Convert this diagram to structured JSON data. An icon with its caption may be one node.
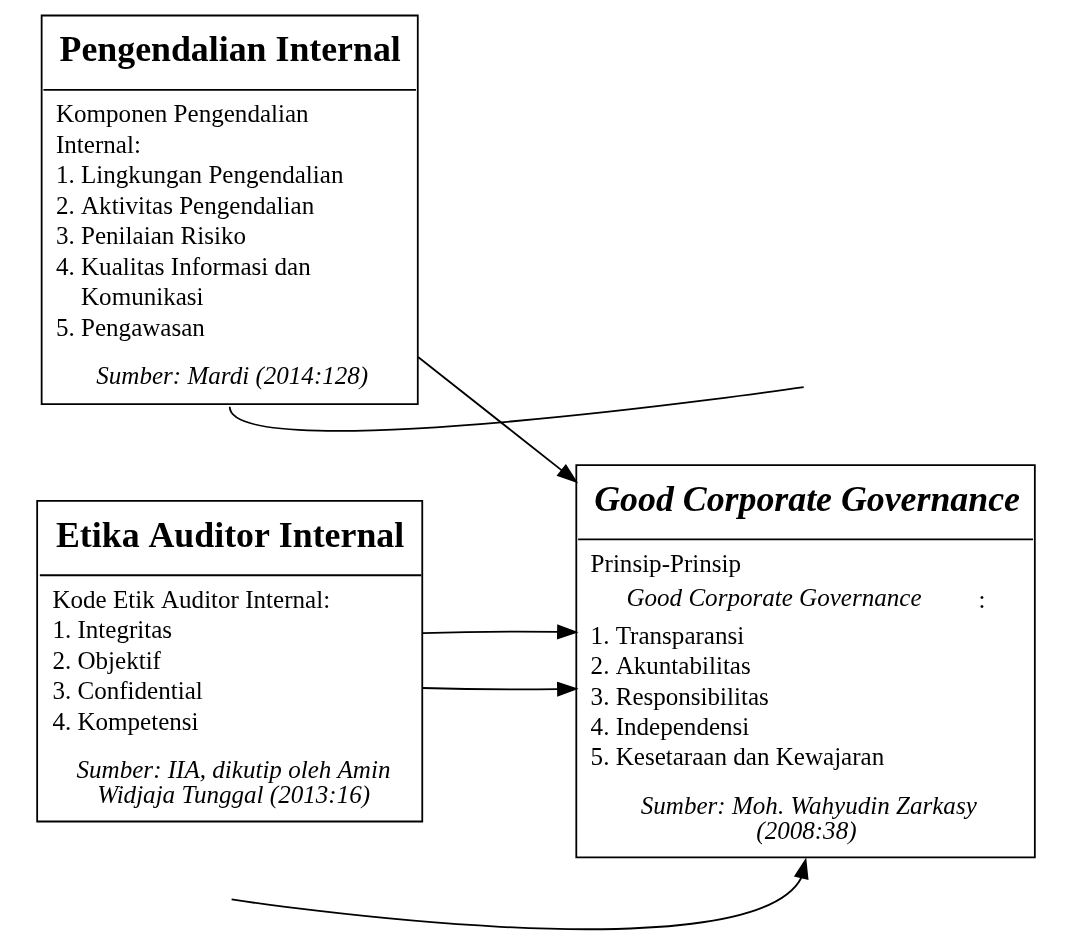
{
  "diagram": {
    "nodes": [
      {
        "text": [
          "Etika Auditor Internal",
          "Kode Etik Auditor Internal: 1. Integritas 2. Objektif 3. Confidential 4. Kompetensi",
          "Sumber: IIA, dikutip oleh Amin Widjaja Tunggal (2013:16)"
        ]
      },
      {
        "text": [
          "Pengendalian Internal",
          "Komponen Pengendalian Internal: 1. Lingkungan Pengendalian 2. Aktivitas Pengendalian 3. Penilaian Risiko 4. Kualitas Informasi dan Komunikasi 5. Pengawasan",
          "Sumber: Mardi (2014:128)"
        ]
      },
      {
        "text": [
          "Good Corporate Governance",
          "Prinsip-Prinsip *Good Corporate Governance*: 1. Transparansi 2. Akuntabilitas 3. Responsibilitas 4. Independensi 5. Kesetaraan dan Kewajaran",
          "Sumber: Moh. Wahyudin Zarkasy (2008:38)"
        ]
      }
    ],
    "edges": [
      {
        "from": 0,
        "to": 2,
        "arrow": "to"
      },
      {
        "from": 0,
        "to": 2,
        "arrow": "to"
      },
      {
        "from": 1,
        "to": 2,
        "arrow": "to"
      },
      {
        "from": 1,
        "to": null,
        "arrow": "none"
      },
      {
        "from": null,
        "to": 2,
        "arrow": "to"
      }
    ]
  }
}
